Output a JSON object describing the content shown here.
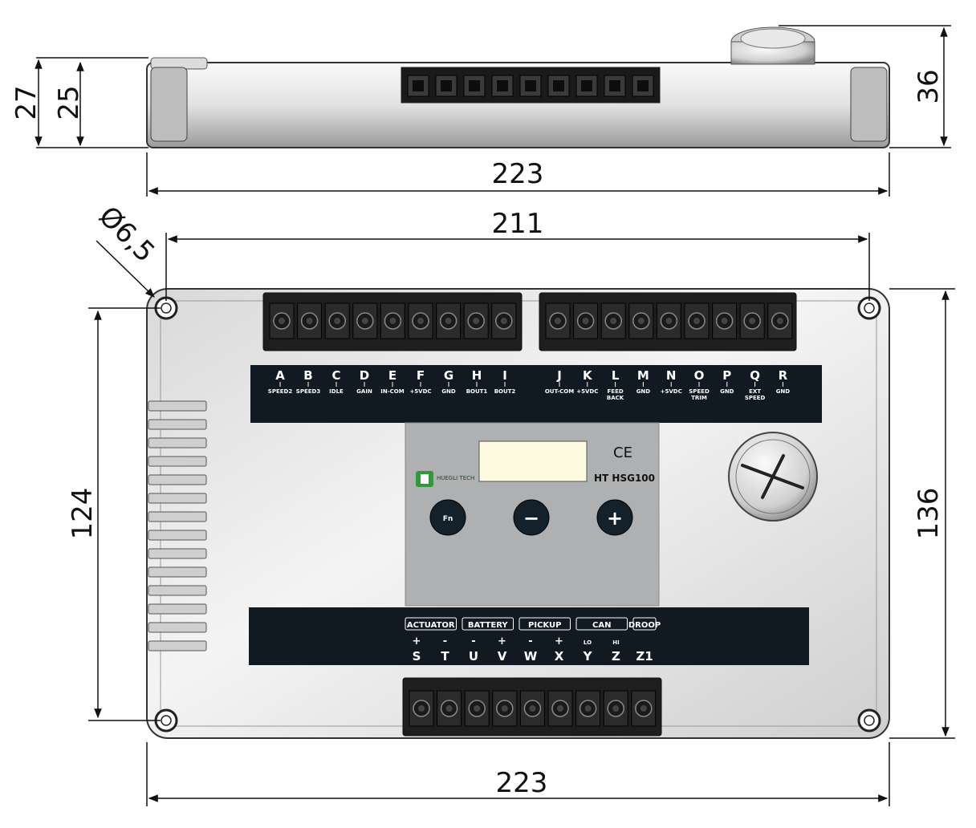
{
  "dimensions": {
    "side_height_27": "27",
    "side_height_25": "25",
    "knob_height_36": "36",
    "side_width_223": "223",
    "hole_spacing_211": "211",
    "hole_diameter": "Ø6,5",
    "hole_spacing_vertical_124": "124",
    "height_136": "136",
    "width_223_bottom": "223"
  },
  "top_terminals": [
    {
      "letter": "A",
      "label": "SPEED2"
    },
    {
      "letter": "B",
      "label": "SPEED3"
    },
    {
      "letter": "C",
      "label": "IDLE"
    },
    {
      "letter": "D",
      "label": "GAIN"
    },
    {
      "letter": "E",
      "label": "IN-COM"
    },
    {
      "letter": "F",
      "label": "+5VDC"
    },
    {
      "letter": "G",
      "label": "GND"
    },
    {
      "letter": "H",
      "label": "BOUT1"
    },
    {
      "letter": "I",
      "label": "BOUT2"
    },
    {
      "letter": "J",
      "label": "OUT-COM"
    },
    {
      "letter": "K",
      "label": "+5VDC"
    },
    {
      "letter": "L",
      "label": "FEED BACK"
    },
    {
      "letter": "M",
      "label": "GND"
    },
    {
      "letter": "N",
      "label": "+5VDC"
    },
    {
      "letter": "O",
      "label": "SPEED TRIM"
    },
    {
      "letter": "P",
      "label": "GND"
    },
    {
      "letter": "Q",
      "label": "EXT SPEED"
    },
    {
      "letter": "R",
      "label": "GND"
    }
  ],
  "bottom_groups": [
    "ACTUATOR",
    "BATTERY",
    "PICKUP",
    "CAN",
    "DROOP"
  ],
  "bottom_terminals": [
    {
      "sign": "+",
      "letter": "S"
    },
    {
      "sign": "-",
      "letter": "T"
    },
    {
      "sign": "-",
      "letter": "U"
    },
    {
      "sign": "+",
      "letter": "V"
    },
    {
      "sign": "-",
      "letter": "W"
    },
    {
      "sign": "+",
      "letter": "X"
    },
    {
      "sign": "LO",
      "letter": "Y"
    },
    {
      "sign": "HI",
      "letter": "Z"
    },
    {
      "sign": "",
      "letter": "Z1"
    }
  ],
  "panel": {
    "ce_mark": "CE",
    "model": "HT HSG100",
    "brand_logo_text": "HUEGLI TECH",
    "buttons": [
      "Fn",
      "−",
      "+"
    ]
  },
  "colors": {
    "terminal_strip": "#111a22",
    "panel_gray": "#aeb0b2",
    "display_yellow": "#fffbe0",
    "button_dark": "#14202a",
    "logo_green": "#2e9a3c"
  }
}
